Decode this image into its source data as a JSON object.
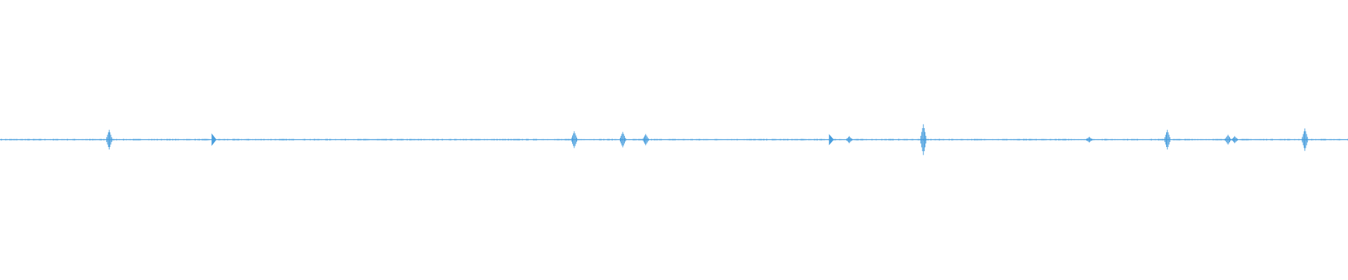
{
  "waveform": {
    "wave_color": "#4a9fde",
    "background_color": "#ffffff",
    "baseline_level": 0.0,
    "transients": [
      {
        "position": 0.081,
        "amplitude": 0.07,
        "shape": "spike"
      },
      {
        "position": 0.158,
        "amplitude": 0.045,
        "shape": "arrow"
      },
      {
        "position": 0.426,
        "amplitude": 0.06,
        "shape": "spike"
      },
      {
        "position": 0.462,
        "amplitude": 0.055,
        "shape": "spike"
      },
      {
        "position": 0.479,
        "amplitude": 0.04,
        "shape": "spike"
      },
      {
        "position": 0.616,
        "amplitude": 0.04,
        "shape": "arrow"
      },
      {
        "position": 0.63,
        "amplitude": 0.025,
        "shape": "spike"
      },
      {
        "position": 0.685,
        "amplitude": 0.11,
        "shape": "spike"
      },
      {
        "position": 0.808,
        "amplitude": 0.02,
        "shape": "spike"
      },
      {
        "position": 0.866,
        "amplitude": 0.07,
        "shape": "spike"
      },
      {
        "position": 0.911,
        "amplitude": 0.035,
        "shape": "spike"
      },
      {
        "position": 0.916,
        "amplitude": 0.025,
        "shape": "spike"
      },
      {
        "position": 0.968,
        "amplitude": 0.08,
        "shape": "spike"
      }
    ]
  }
}
